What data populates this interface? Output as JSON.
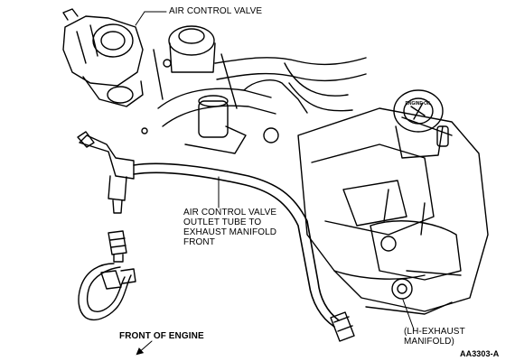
{
  "figure_id": "AA3303-A",
  "labels": {
    "air_control_valve": "AIR CONTROL VALVE",
    "outlet_tube": "AIR CONTROL VALVE\nOUTLET TUBE TO\nEXHAUST MANIFOLD\nFRONT",
    "front_of_engine": "FRONT OF ENGINE",
    "lh_exhaust_manifold": "(LH-EXHAUST\nMANIFOLD)"
  },
  "cap_text": "ENGINE OIL"
}
